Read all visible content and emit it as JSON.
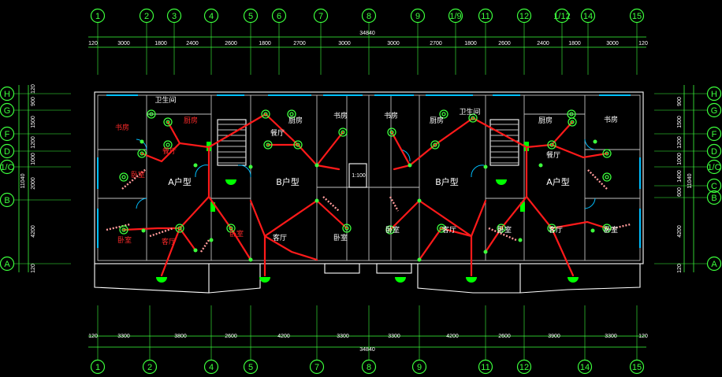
{
  "axes": {
    "top": [
      "1",
      "2",
      "3",
      "4",
      "5",
      "6",
      "7",
      "8",
      "9",
      "1/9",
      "11",
      "12",
      "1/12",
      "14",
      "15"
    ],
    "bottom": [
      "1",
      "2",
      "4",
      "5",
      "7",
      "8",
      "9",
      "11",
      "12",
      "14",
      "15"
    ],
    "left": [
      "H",
      "G",
      "F",
      "D",
      "1/C",
      "B",
      "A"
    ],
    "right": [
      "H",
      "G",
      "F",
      "D",
      "1/C",
      "C",
      "B",
      "A"
    ]
  },
  "dims": {
    "top_total": "34840",
    "top_segments": [
      "120",
      "3000",
      "1800",
      "2400",
      "2600",
      "1800",
      "2700",
      "3000",
      "3000",
      "2700",
      "1800",
      "2600",
      "2400",
      "1800",
      "3000",
      "120"
    ],
    "bottom_total": "34840",
    "bottom_segments": [
      "120",
      "3300",
      "3800",
      "2600",
      "4200",
      "3300",
      "3300",
      "4200",
      "2600",
      "3900",
      "3300",
      "120"
    ],
    "left_segments": [
      "120",
      "900",
      "1500",
      "1200",
      "1000",
      "2000",
      "4200",
      "120"
    ],
    "left_total": "11040",
    "right_segments": [
      "900",
      "1500",
      "1200",
      "1000",
      "1400",
      "600",
      "4200",
      "120"
    ],
    "right_total": "11040"
  },
  "rooms": {
    "a_left": {
      "unit": "A户型",
      "bedroom1": "书房",
      "bedroom2": "卧室",
      "kitchen": "厨房",
      "toilet": "卫生间",
      "dining": "餐厅",
      "living": "客厅",
      "small": "卧室"
    },
    "b_left": {
      "unit": "B户型",
      "kitchen": "厨房",
      "dining": "餐厅",
      "living": "客厅",
      "study": "书房"
    },
    "b_right": {
      "unit": "B户型",
      "study": "书房",
      "kitchen": "厨房",
      "toilet": "卫生间",
      "living": "客厅"
    },
    "a_right": {
      "unit": "A户型",
      "kitchen": "厨房",
      "dining": "餐厅",
      "living": "客厅",
      "study": "书房",
      "bedroom": "卧室"
    },
    "middle": {
      "bedroom_left": "卧室",
      "bedroom_right": "卧室",
      "stair_note": "1:100"
    }
  }
}
